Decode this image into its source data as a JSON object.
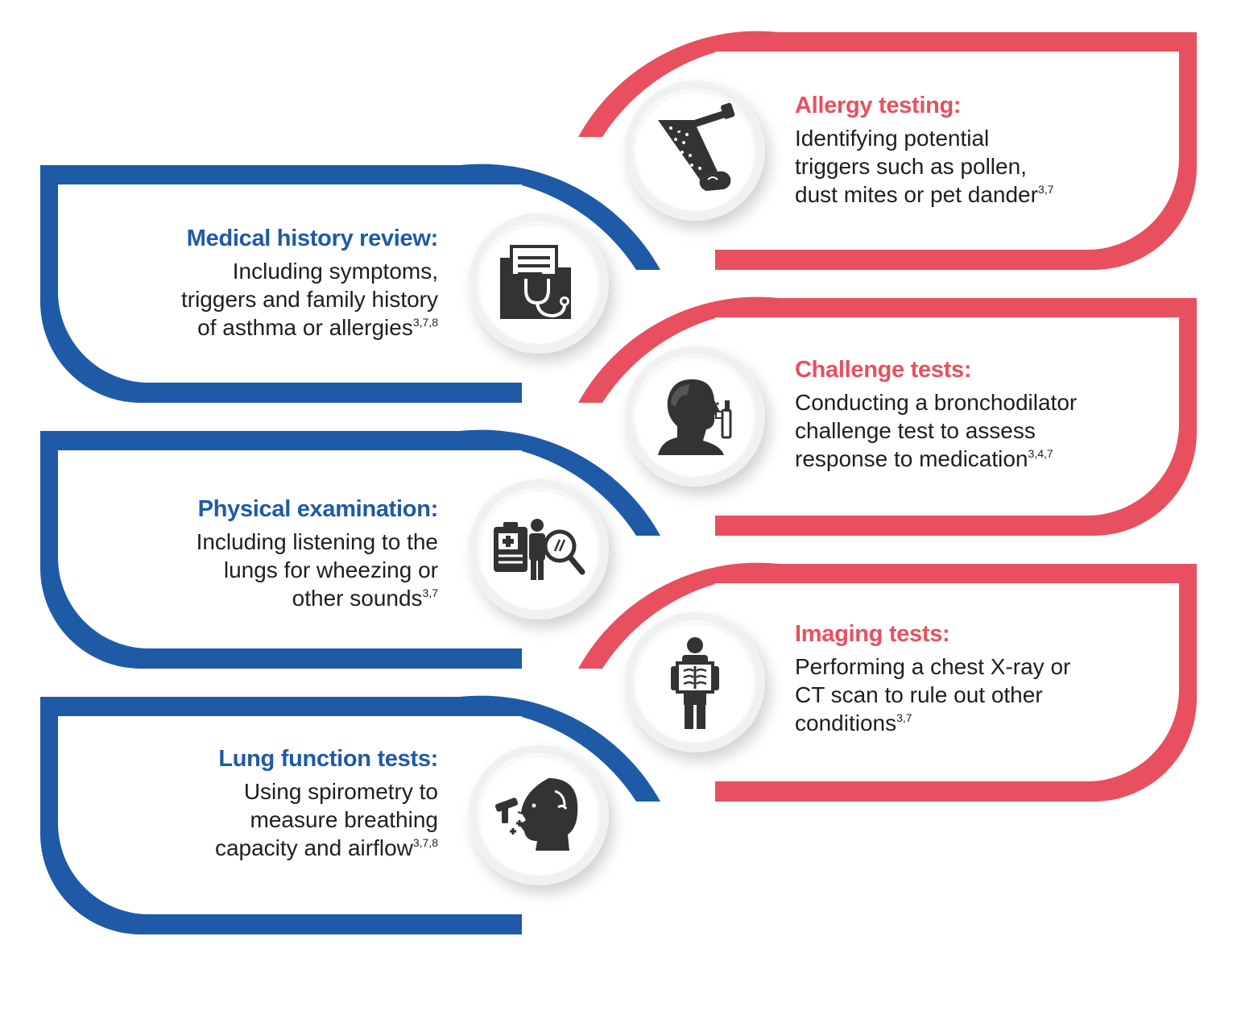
{
  "colors": {
    "blue": "#1f5aa6",
    "red": "#e8505f",
    "icon": "#333333"
  },
  "cards": [
    {
      "id": "medical-history",
      "title": "Medical history review:",
      "lines": [
        "Including symptoms,",
        "triggers and family history",
        "of asthma or allergies"
      ],
      "refs": "3,7,8",
      "icon": "folder-stethoscope-icon"
    },
    {
      "id": "physical-examination",
      "title": "Physical examination:",
      "lines": [
        "Including listening to the",
        "lungs for wheezing or",
        "other sounds"
      ],
      "refs": "3,7",
      "icon": "clipboard-magnifier-icon"
    },
    {
      "id": "lung-function",
      "title": "Lung function tests:",
      "lines": [
        "Using spirometry to",
        "measure breathing",
        "capacity and airflow"
      ],
      "refs": "3,7,8",
      "icon": "spirometer-head-icon"
    },
    {
      "id": "allergy-testing",
      "title": "Allergy testing:",
      "lines": [
        "Identifying potential",
        "triggers such as pollen,",
        "dust mites or pet dander"
      ],
      "refs": "3,7",
      "icon": "skin-prick-test-icon"
    },
    {
      "id": "challenge-tests",
      "title": "Challenge tests:",
      "lines": [
        "Conducting a bronchodilator",
        "challenge test to assess",
        "response to medication"
      ],
      "refs": "3,4,7",
      "icon": "inhaler-head-icon"
    },
    {
      "id": "imaging-tests",
      "title": "Imaging tests:",
      "lines": [
        "Performing a chest X-ray or",
        "CT scan to rule out other",
        "conditions"
      ],
      "refs": "3,7",
      "icon": "chest-xray-icon"
    }
  ]
}
